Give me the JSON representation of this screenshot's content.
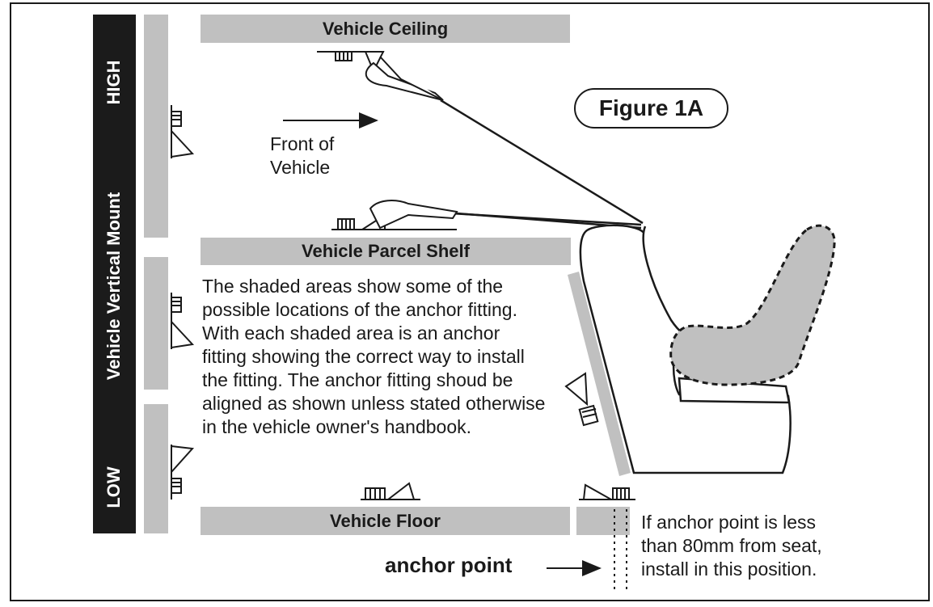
{
  "diagram": {
    "vertical_mount_label": "Vehicle Vertical Mount",
    "high_label": "HIGH",
    "low_label": "LOW",
    "ceiling_label": "Vehicle Ceiling",
    "parcel_shelf_label": "Vehicle Parcel Shelf",
    "floor_label": "Vehicle Floor",
    "figure_label": "Figure 1A",
    "front_of_vehicle_line1": "Front of",
    "front_of_vehicle_line2": "Vehicle",
    "description_lines": [
      "The shaded areas show some of the",
      "possible locations of the anchor fitting.",
      "With each shaded area is an anchor",
      "fitting showing the correct way to install",
      "the fitting. The anchor fitting shoud be",
      "aligned as shown unless stated otherwise",
      "in the vehicle owner's handbook."
    ],
    "anchor_point_label": "anchor point",
    "note_lines": [
      "If anchor point is less",
      "than 80mm from seat,",
      "install in this position."
    ],
    "colors": {
      "ink": "#1a1a1a",
      "shade": "#c0c0c0",
      "bar": "#1b1b1b"
    }
  }
}
